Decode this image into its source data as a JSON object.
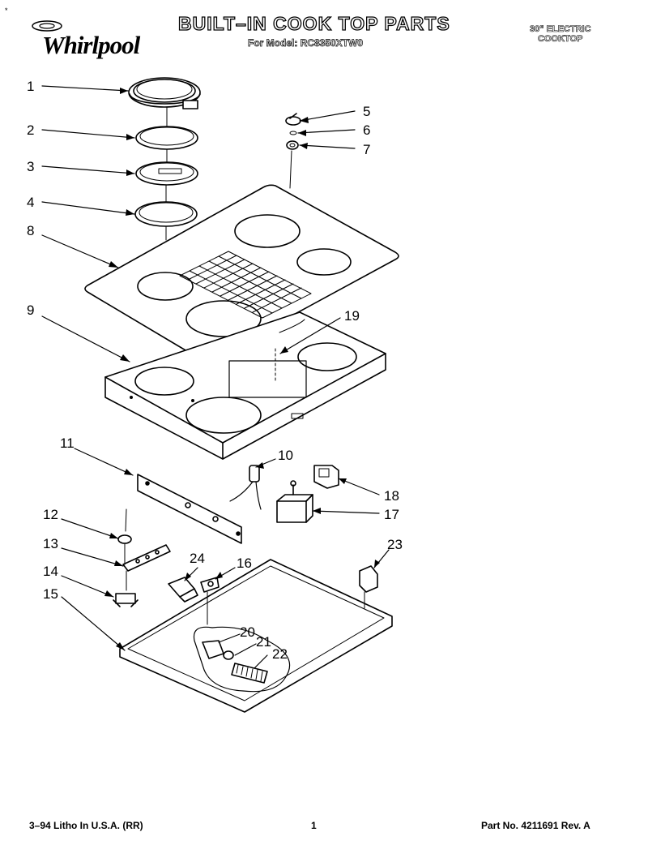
{
  "header": {
    "brand": "Whirlpool",
    "title": "BUILT–IN COOK TOP PARTS",
    "model_line": "For Model: RC8350XTW0",
    "product_line1": "30\" ELECTRIC",
    "product_line2": "COOKTOP",
    "corner_mark": "*"
  },
  "parts": [
    "1",
    "2",
    "3",
    "4",
    "5",
    "6",
    "7",
    "8",
    "9",
    "10",
    "11",
    "12",
    "13",
    "14",
    "15",
    "16",
    "17",
    "18",
    "19",
    "20",
    "21",
    "22",
    "23",
    "24"
  ],
  "footer": {
    "litho": "3–94 Litho In U.S.A. (RR)",
    "page": "1",
    "part_no": "Part No. 4211691 Rev. A"
  },
  "colors": {
    "ink": "#000000",
    "paper": "#ffffff"
  }
}
